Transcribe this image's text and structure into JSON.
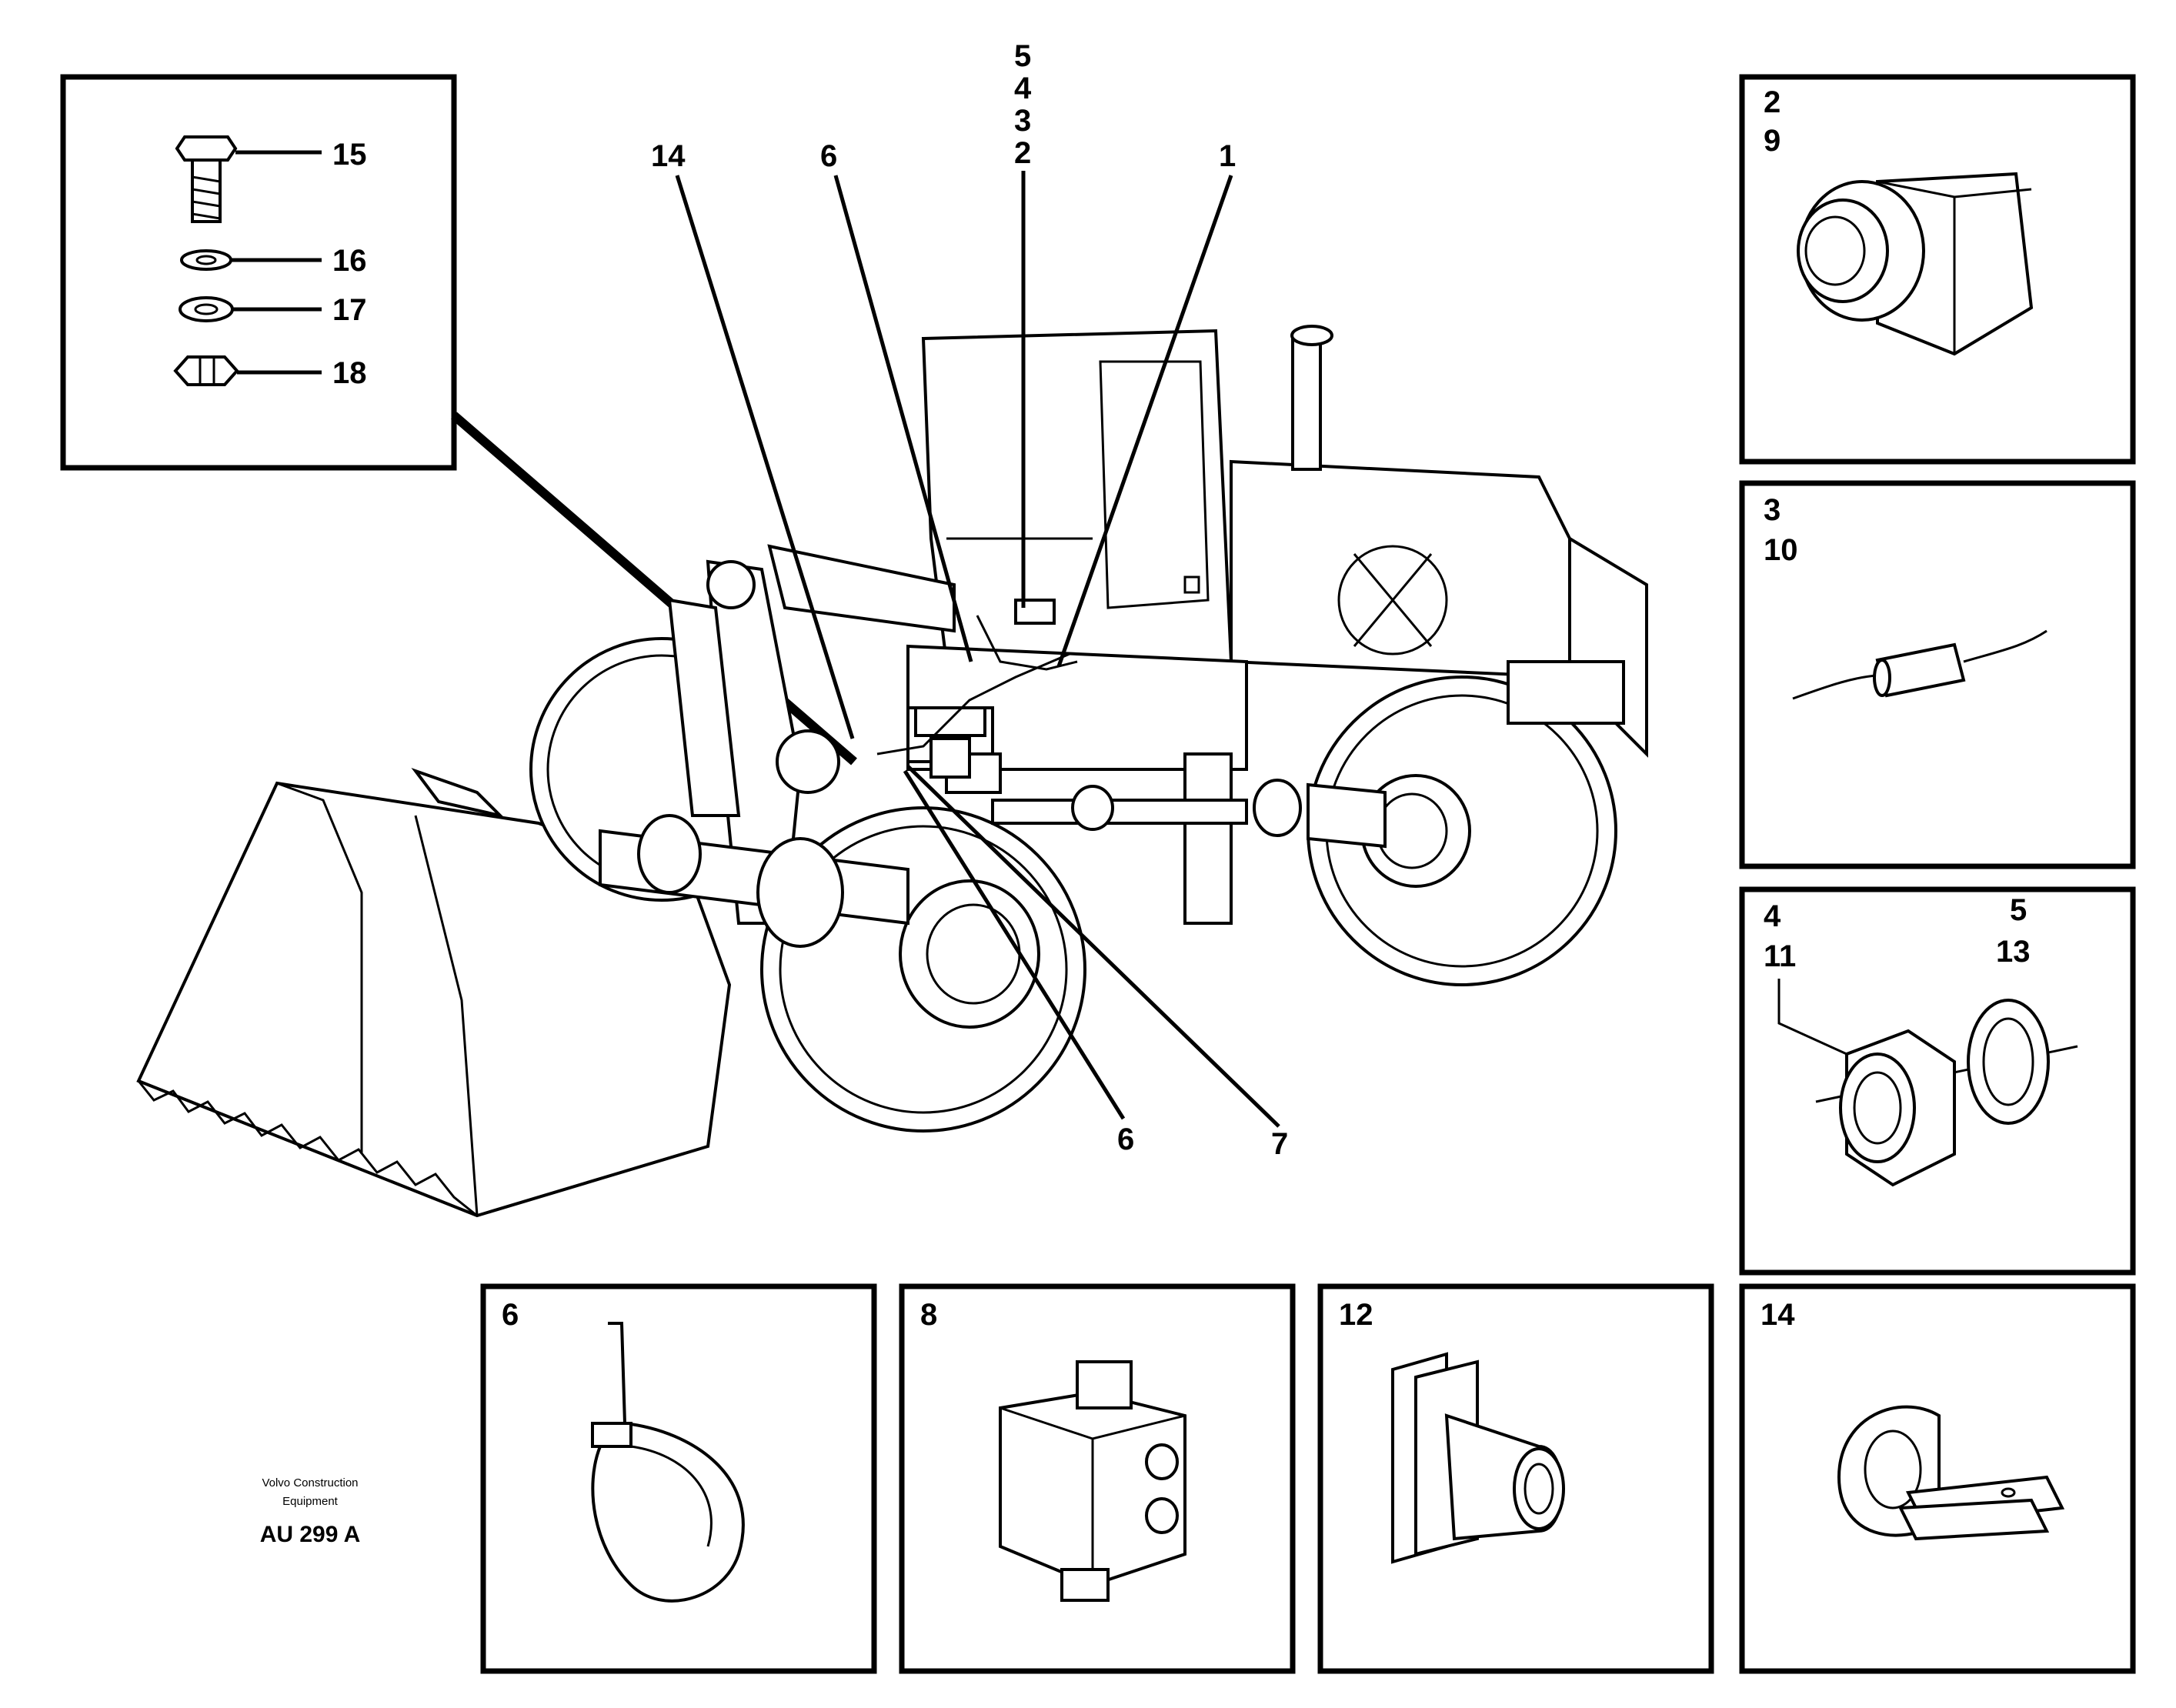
{
  "callouts": {
    "c14": "14",
    "c6_top": "6",
    "c5": "5",
    "c4": "4",
    "c3": "3",
    "c2": "2",
    "c1": "1",
    "c6_bottom": "6",
    "c7": "7"
  },
  "hardware_box": {
    "items": [
      "15",
      "16",
      "17",
      "18"
    ]
  },
  "panels": {
    "p_2_9": {
      "labels": [
        "2",
        "9"
      ]
    },
    "p_3_10": {
      "labels": [
        "3",
        "10"
      ]
    },
    "p_4_11_5_13": {
      "labels_left": [
        "4",
        "11"
      ],
      "labels_right": [
        "5",
        "13"
      ]
    },
    "p_6": {
      "labels": [
        "6"
      ]
    },
    "p_8": {
      "labels": [
        "8"
      ]
    },
    "p_12": {
      "labels": [
        "12"
      ]
    },
    "p_14": {
      "labels": [
        "14"
      ]
    }
  },
  "footer": {
    "company_line1": "Volvo Construction",
    "company_line2": "Equipment",
    "code": "AU 299 A"
  }
}
